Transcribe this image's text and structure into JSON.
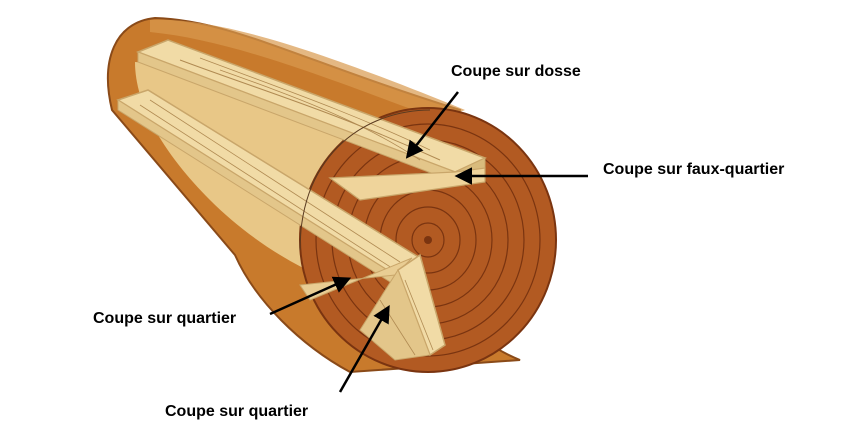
{
  "labels": {
    "dosse": "Coupe sur dosse",
    "faux_quartier": "Coupe sur faux-quartier",
    "quartier_left": "Coupe sur quartier",
    "quartier_bottom": "Coupe sur quartier"
  },
  "colors": {
    "bark": "#c87a2c",
    "bark_dark": "#8a4a18",
    "log_body": "#e8c787",
    "end_grain": "#b25a22",
    "ring": "#7a3410",
    "board": "#f1dba6",
    "board_edge": "#c9a66a",
    "grain": "#b08a52",
    "arrow": "#000000"
  }
}
